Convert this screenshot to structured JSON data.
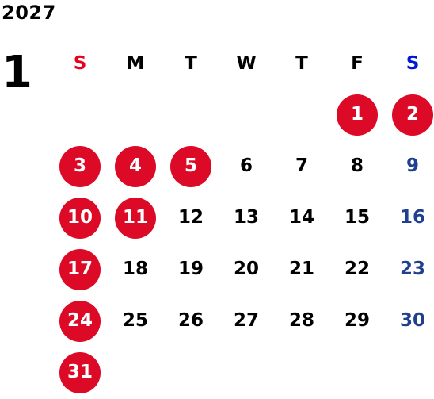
{
  "header": {
    "year": "2027",
    "month": "1"
  },
  "weekdays": [
    "S",
    "M",
    "T",
    "W",
    "T",
    "F",
    "S"
  ],
  "days": [
    {
      "label": "1",
      "col": 6,
      "row": 1,
      "holiday": true
    },
    {
      "label": "2",
      "col": 7,
      "row": 1,
      "holiday": true
    },
    {
      "label": "3",
      "col": 1,
      "row": 2,
      "holiday": true
    },
    {
      "label": "4",
      "col": 2,
      "row": 2,
      "holiday": true
    },
    {
      "label": "5",
      "col": 3,
      "row": 2,
      "holiday": true
    },
    {
      "label": "6",
      "col": 4,
      "row": 2,
      "holiday": false
    },
    {
      "label": "7",
      "col": 5,
      "row": 2,
      "holiday": false
    },
    {
      "label": "8",
      "col": 6,
      "row": 2,
      "holiday": false
    },
    {
      "label": "9",
      "col": 7,
      "row": 2,
      "holiday": false
    },
    {
      "label": "10",
      "col": 1,
      "row": 3,
      "holiday": true
    },
    {
      "label": "11",
      "col": 2,
      "row": 3,
      "holiday": true
    },
    {
      "label": "12",
      "col": 3,
      "row": 3,
      "holiday": false
    },
    {
      "label": "13",
      "col": 4,
      "row": 3,
      "holiday": false
    },
    {
      "label": "14",
      "col": 5,
      "row": 3,
      "holiday": false
    },
    {
      "label": "15",
      "col": 6,
      "row": 3,
      "holiday": false
    },
    {
      "label": "16",
      "col": 7,
      "row": 3,
      "holiday": false
    },
    {
      "label": "17",
      "col": 1,
      "row": 4,
      "holiday": true
    },
    {
      "label": "18",
      "col": 2,
      "row": 4,
      "holiday": false
    },
    {
      "label": "19",
      "col": 3,
      "row": 4,
      "holiday": false
    },
    {
      "label": "20",
      "col": 4,
      "row": 4,
      "holiday": false
    },
    {
      "label": "21",
      "col": 5,
      "row": 4,
      "holiday": false
    },
    {
      "label": "22",
      "col": 6,
      "row": 4,
      "holiday": false
    },
    {
      "label": "23",
      "col": 7,
      "row": 4,
      "holiday": false
    },
    {
      "label": "24",
      "col": 1,
      "row": 5,
      "holiday": true
    },
    {
      "label": "25",
      "col": 2,
      "row": 5,
      "holiday": false
    },
    {
      "label": "26",
      "col": 3,
      "row": 5,
      "holiday": false
    },
    {
      "label": "27",
      "col": 4,
      "row": 5,
      "holiday": false
    },
    {
      "label": "28",
      "col": 5,
      "row": 5,
      "holiday": false
    },
    {
      "label": "29",
      "col": 6,
      "row": 5,
      "holiday": false
    },
    {
      "label": "30",
      "col": 7,
      "row": 5,
      "holiday": false
    },
    {
      "label": "31",
      "col": 1,
      "row": 6,
      "holiday": true
    }
  ],
  "colors": {
    "holiday_bg": "#dc0a26",
    "sunday_text": "#e8001c",
    "saturday_header": "#0016d9",
    "saturday_text": "#1f3f8f",
    "weekday_text": "#000000"
  }
}
